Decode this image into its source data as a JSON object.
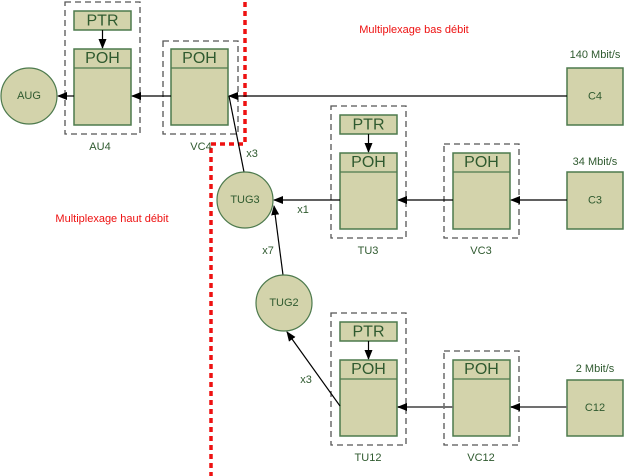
{
  "diagram": {
    "regions": {
      "low_rate": "Multiplexage bas débit",
      "high_rate": "Multiplexage haut débit"
    },
    "header_labels": {
      "ptr": "PTR",
      "poh": "POH"
    },
    "nodes": {
      "aug": "AUG",
      "tug3": "TUG3",
      "tug2": "TUG2",
      "au4": "AU4",
      "vc4": "VC4",
      "tu3": "TU3",
      "vc3": "VC3",
      "tu12": "TU12",
      "vc12": "VC12",
      "c4": "C4",
      "c3": "C3",
      "c12": "C12"
    },
    "rates": {
      "c4": "140 Mbit/s",
      "c3": "34 Mbit/s",
      "c12": "2 Mbit/s"
    },
    "multiplicities": {
      "vc4_to_tug3": "x3",
      "tu3_to_tug3": "x1",
      "tug2_to_tug3": "x7",
      "tu12_to_tug2": "x3"
    },
    "colors": {
      "box_fill": "#d3d3ab",
      "box_stroke": "#4d7a4d",
      "text": "#2f5a2f",
      "boundary": "#ee1111"
    }
  }
}
